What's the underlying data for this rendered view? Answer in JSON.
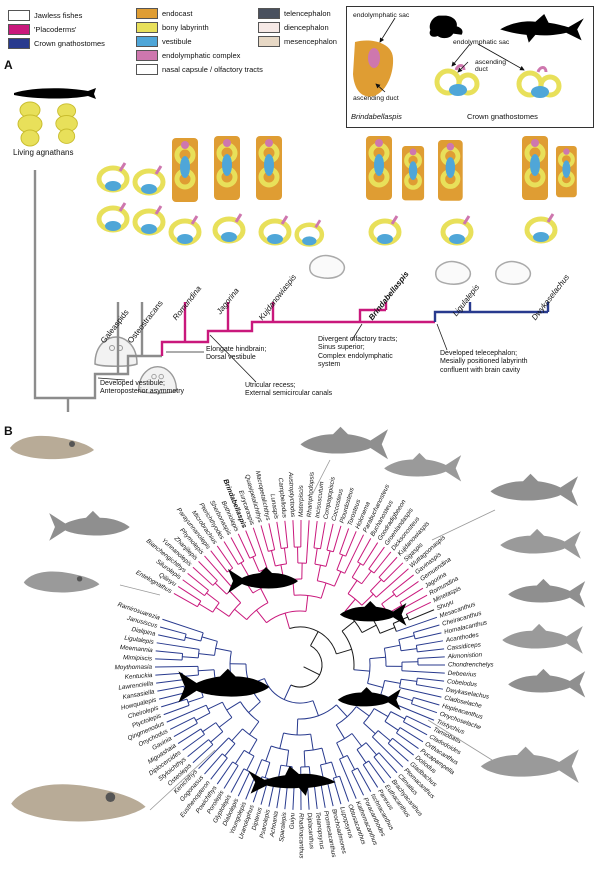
{
  "palette": {
    "jawless_white": "#FFFFFF",
    "placoderm_magenta": "#C9187C",
    "crown_blue": "#283A8E",
    "endocast_orange": "#DF9D33",
    "labyrinth_yellow": "#E8E05A",
    "vestibule_blue": "#4FA6D8",
    "endolymph_pink": "#CE77AE",
    "telencephalon_slate": "#49505E",
    "diencephalon_lightpink": "#F6E9E6",
    "mesencephalon_tan": "#E7D8C5",
    "tree_gray": "#8C8C8C",
    "outgroup_black": "#1A1A1A"
  },
  "legends": [
    {
      "items": [
        {
          "label": "Jawless fishes",
          "color": "#FFFFFF"
        },
        {
          "label": "'Placoderms'",
          "color": "#C9187C"
        },
        {
          "label": "Crown gnathostomes",
          "color": "#283A8E"
        }
      ]
    },
    {
      "items": [
        {
          "label": "endocast",
          "color": "#DF9D33"
        },
        {
          "label": "bony labyrinth",
          "color": "#E8E05A"
        },
        {
          "label": "vestibule",
          "color": "#4FA6D8"
        },
        {
          "label": "endolymphatic complex",
          "color": "#CE77AE"
        },
        {
          "label": "nasal capsule / olfactory tracts",
          "color": "#FFFFFF"
        }
      ]
    },
    {
      "items": [
        {
          "label": "telencephalon",
          "color": "#49505E"
        },
        {
          "label": "diencephalon",
          "color": "#F6E9E6"
        },
        {
          "label": "mesencephalon",
          "color": "#E7D8C5"
        }
      ]
    }
  ],
  "inset": {
    "endolymphatic_sac": "endolymphatic sac",
    "ascending_duct": "ascending duct",
    "title_left": "Brindabellaspis",
    "title_right": "Crown gnathostomes"
  },
  "panel_a": {
    "label": "A",
    "living_agnathans": "Living agnathans",
    "taxa": [
      {
        "name": "Galeaspids",
        "italic": false,
        "bold": false
      },
      {
        "name": "Osteostracans",
        "italic": false,
        "bold": false
      },
      {
        "name": "Romundina",
        "italic": true,
        "bold": false
      },
      {
        "name": "Jagorina",
        "italic": true,
        "bold": false
      },
      {
        "name": "Kujdanowiaspis",
        "italic": true,
        "bold": false
      },
      {
        "name": "Brindabellaspis",
        "italic": true,
        "bold": true
      },
      {
        "name": "Ligulalepis",
        "italic": true,
        "bold": false
      },
      {
        "name": "Dwykaselachus",
        "italic": true,
        "bold": false
      }
    ],
    "annotations": [
      "Developed vestibule;\nAnteroposterior asymmetry",
      "Elongate hindbrain;\nDorsal vestibule",
      "Utricular recess;\nExternal semicircular canals",
      "Divergent olfactory tracts;\nSinus superior;\nComplex endolymphatic\nsystem",
      "Developed telecephalon;\nMesially positioned labyrinth\nconfluent with brain cavity"
    ]
  },
  "panel_b": {
    "label": "B",
    "start_angle_deg": -62,
    "sweep_deg": 352,
    "highlight_taxon": "Brindabellaspis",
    "clade_colors": {
      "placoderms": "#C9187C",
      "outgroup": "#1A1A1A",
      "crown": "#283A8E"
    },
    "placoderm_taxa": [
      "Entelognathus",
      "Qilinyu",
      "Silurolepis",
      "Bianchengichthys",
      "Yunnanolepis",
      "Zhanjilepis",
      "Phymolepis",
      "Parayunnanolepis",
      "Microbrachius",
      "Pterichthyodes",
      "Sherbonaspis",
      "Bothriolepis",
      "Brindabellaspis",
      "Eurycaraspis",
      "Quasipetalichthys",
      "Macropetalichthys",
      "Lunaspis",
      "Campbellodus",
      "Austroptyctodus",
      "Materpiscis",
      "Rhamphodopsis",
      "Incisoscutum",
      "Compagopiscis",
      "Coccosteus",
      "Plourdosteus",
      "Torosteus",
      "Holonema",
      "Parabuchanosteus",
      "Buchanosteus",
      "Goodradigbeeon",
      "Groenlandaspis",
      "Dicksonosteus",
      "Kujdanowiaspis",
      "Sigaspis",
      "Wuttagoonaspis",
      "Gavinaspis",
      "Gemuendina",
      "Jagorina",
      "Romundina",
      "Minetaspis"
    ],
    "outgroup_taxa": [
      "Shuyu"
    ],
    "crown_taxa": [
      "Mesacanthus",
      "Cheiracanthus",
      "Homalacanthus",
      "Acanthodes",
      "Cassidiceps",
      "Akmonistion",
      "Chondrenchelys",
      "Debeerius",
      "Cobelodus",
      "Dwykaselachus",
      "Cladoselache",
      "Hopleacanthus",
      "Onychoselache",
      "Tristychius",
      "Tamiobatis",
      "Cladodoides",
      "Orthacanthus",
      "Pucapampella",
      "Doliodus",
      "Gladbachus",
      "Ptomacanthus",
      "Climatius",
      "Brachyacanthus",
      "Euthacanthus",
      "Parexus",
      "Ischnacanthus",
      "Poracanthodes",
      "Kathemacanthus",
      "Obtusacanthus",
      "Lupopsyrus",
      "Brochoadmones",
      "Promesacanthus",
      "Tetanopsyrus",
      "Diplacanthus",
      "Rhadinacanthus",
      "Guiyu",
      "Sparalepis",
      "Achoania",
      "Psarolepis",
      "Dipterus",
      "Uranolophus",
      "Youngolepis",
      "Diabolepis",
      "Glyptolepis",
      "Porolepis",
      "Powichthys",
      "Eusthenopteron",
      "Gogonasus",
      "Kenichthys",
      "Osteolepis",
      "Styloichthys",
      "Diplocercides",
      "Miguashaia",
      "Gavinia",
      "Onychodus",
      "Qingmenodus",
      "Ptyctolepis",
      "Cheirolepis",
      "Howqualepis",
      "Kansasiella",
      "Lawrenciella",
      "Kentuckia",
      "Moythomasia",
      "Mimipiscis",
      "Meemannia",
      "Ligulalepis",
      "Dialipina",
      "Janusiscus",
      "Ramirosuarezia"
    ]
  }
}
